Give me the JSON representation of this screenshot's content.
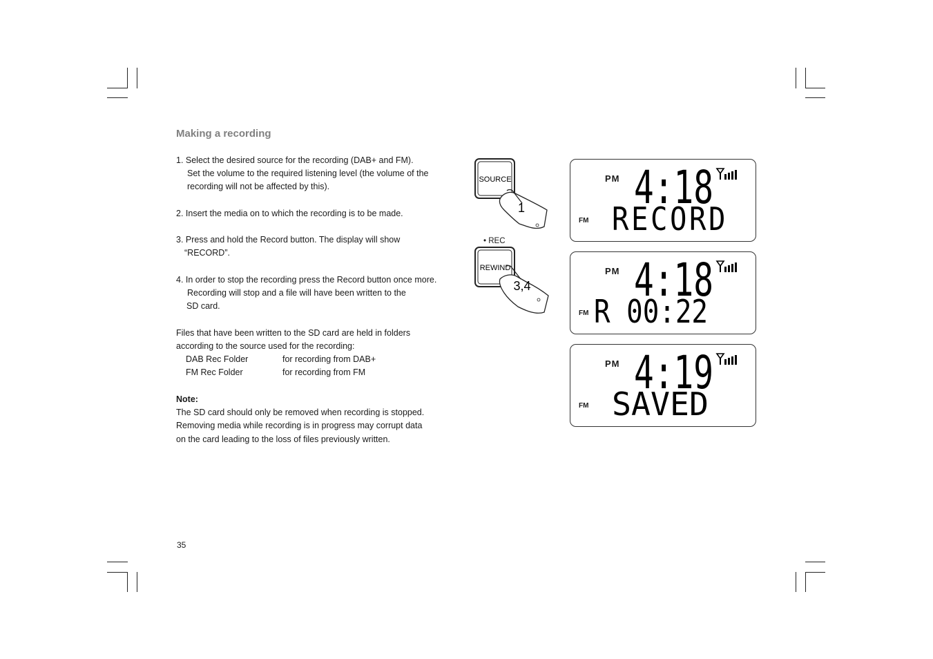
{
  "heading": "Making a recording",
  "steps": [
    {
      "lines": [
        "1. Select the desired source for the recording (DAB+ and FM).",
        "Set the volume to the required listening level (the volume of the",
        "recording will not be affected by this)."
      ]
    },
    {
      "lines": [
        "2. Insert the media on to which the recording is to be made."
      ]
    },
    {
      "lines": [
        "3. Press and hold the Record button. The display will show",
        "“RECORD”."
      ]
    },
    {
      "lines": [
        "4. In order to stop the recording press the Record button once more.",
        "Recording will stop and a file will have been written to the",
        "SD card."
      ]
    }
  ],
  "folders_intro": [
    "Files that have been written to the SD card are held in folders",
    "according to the source used for the recording:"
  ],
  "folders": [
    {
      "name": "DAB Rec Folder",
      "desc": "for recording from DAB+"
    },
    {
      "name": "FM Rec Folder",
      "desc": "for recording from FM"
    }
  ],
  "note": {
    "label": "Note:",
    "lines": [
      "The SD card should only be removed when recording is stopped.",
      "Removing media while recording is in progress may corrupt data",
      "on the card leading to the loss of files previously written."
    ]
  },
  "page_number": "35",
  "buttons": {
    "source": {
      "label": "SOURCE",
      "step": "1"
    },
    "rewind": {
      "label": "REWIND",
      "step": "3,4",
      "above_label": "• REC"
    }
  },
  "displays": [
    {
      "ampm": "PM",
      "time": "4:18",
      "band": "FM",
      "text": "RECORD"
    },
    {
      "ampm": "PM",
      "time": "4:18",
      "band": "FM",
      "text": "R 00:22"
    },
    {
      "ampm": "PM",
      "time": "4:19",
      "band": "FM",
      "text": "SAVED"
    }
  ]
}
